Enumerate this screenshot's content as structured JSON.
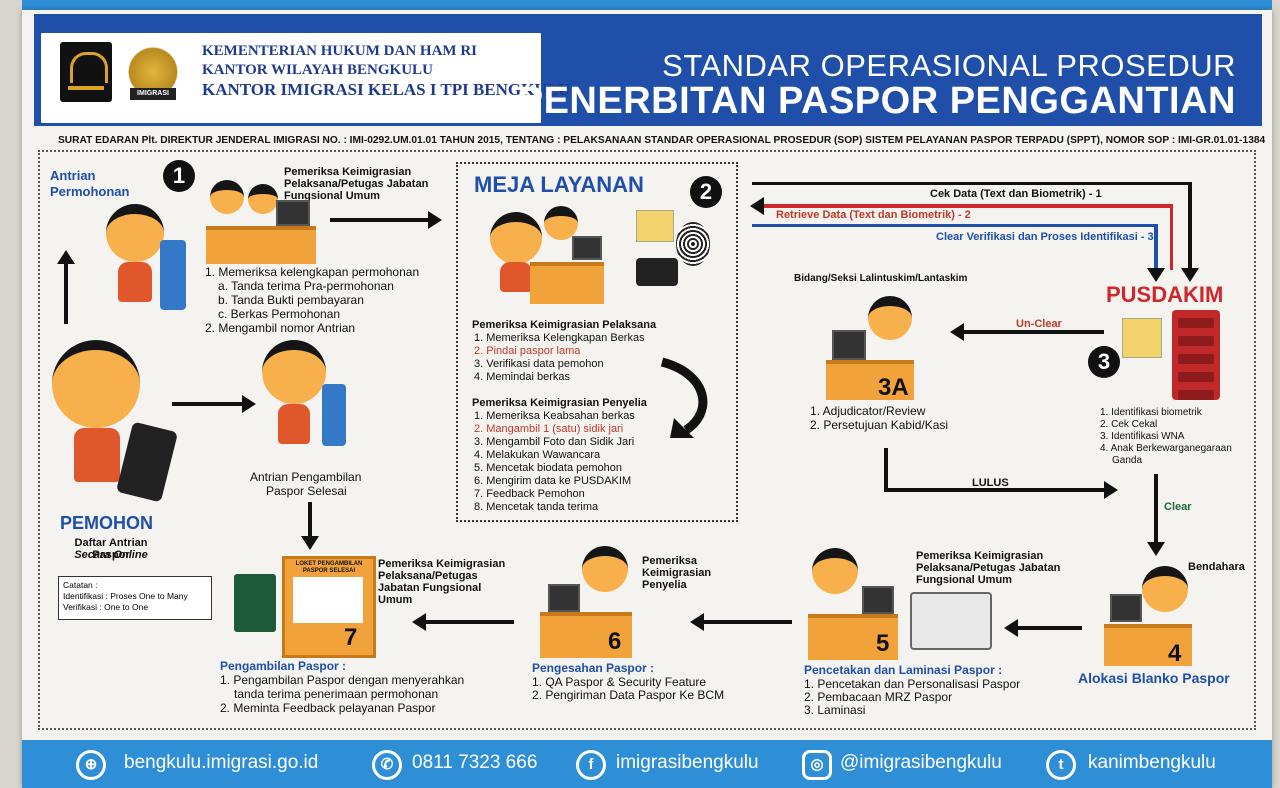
{
  "header": {
    "org_line1": "KEMENTERIAN HUKUM DAN HAM RI",
    "org_line2": "KANTOR WILAYAH BENGKULU",
    "org_line3": "KANTOR IMIGRASI KELAS I TPI BENGKULU",
    "title_line1": "STANDAR OPERASIONAL PROSEDUR",
    "title_line2": "PENERBITAN PASPOR PENGGANTIAN",
    "logo2_text": "IMIGRASI"
  },
  "circular": "SURAT EDARAN Plt. DIREKTUR JENDERAL IMIGRASI NO. : IMI-0292.UM.01.01 TAHUN 2015,  TENTANG : PELAKSANAAN STANDAR OPERASIONAL PROSEDUR (SOP) SISTEM PELAYANAN PASPOR TERPADU (SPPT), NOMOR SOP : IMI-GR.01.01-1384",
  "step1": {
    "number": "1",
    "queue_label": "Antrian Permohonan",
    "officer": "Pemeriksa Keimigrasian Pelaksana/Petugas Jabatan Fungsional Umum",
    "items": [
      "1. Memeriksa kelengkapan permohonan",
      "a. Tanda terima Pra-permohonan",
      "b. Tanda Bukti pembayaran",
      "c. Berkas Permohonan",
      "2. Mengambil nomor Antrian"
    ]
  },
  "applicant": {
    "title": "PEMOHON",
    "sub1": "Daftar Antrian Paspor",
    "sub2": "Secara Online"
  },
  "pickup_queue": {
    "line1": "Antrian Pengambilan",
    "line2": "Paspor Selesai"
  },
  "step2": {
    "number": "2",
    "title": "MEJA LAYANAN",
    "pelaksana_title": "Pemeriksa Keimigrasian Pelaksana",
    "pelaksana_items": [
      "1. Memeriksa Kelengkapan Berkas",
      "2. Pindai paspor lama",
      "3. Verifikasi data pemohon",
      "4. Memindai berkas"
    ],
    "penyelia_title": "Pemeriksa Keimigrasian Penyelia",
    "penyelia_items": [
      "1. Memeriksa Keabsahan berkas",
      "2. Mangambil 1 (satu) sidik jari",
      "3. Mengambil Foto dan Sidik Jari",
      "4. Melakukan Wawancara",
      "5. Mencetak biodata pemohon",
      "6. Mengirim data ke PUSDAKIM",
      "7. Feedback Pemohon",
      "8. Mencetak tanda terima"
    ]
  },
  "flows": {
    "cek": "Cek Data (Text dan Biometrik) - 1",
    "retrieve": "Retrieve Data (Text dan Biometrik) - 2",
    "clear_verif": "Clear Verifikasi dan Proses Identifikasi - 3",
    "unclear": "Un-Clear",
    "lulus": "LULUS",
    "clear": "Clear"
  },
  "step3": {
    "number": "3",
    "title": "PUSDAKIM",
    "items": [
      "1. Identifikasi biometrik",
      "2. Cek Cekal",
      "3. Identifikasi WNA",
      "4. Anak Berkewarganegaraan",
      "Ganda"
    ]
  },
  "step3a": {
    "label": "3A",
    "dept": "Bidang/Seksi Lalintuskim/Lantaskim",
    "items": [
      "1. Adjudicator/Review",
      "2. Persetujuan Kabid/Kasi"
    ]
  },
  "step4": {
    "number": "4",
    "role": "Bendahara",
    "title": "Alokasi Blanko Paspor"
  },
  "step5": {
    "number": "5",
    "officer": "Pemeriksa Keimigrasian Pelaksana/Petugas Jabatan Fungsional Umum",
    "title": "Pencetakan dan Laminasi Paspor :",
    "items": [
      "1. Pencetakan dan Personalisasi Paspor",
      "2. Pembacaan MRZ Paspor",
      "3. Laminasi"
    ]
  },
  "step6": {
    "number": "6",
    "officer": "Pemeriksa Keimigrasian Penyelia",
    "title": "Pengesahan Paspor :",
    "items": [
      "1. QA Paspor & Security Feature",
      "2. Pengiriman Data Paspor Ke BCM"
    ]
  },
  "step7": {
    "number": "7",
    "loket": "LOKET PENGAMBILAN PASPOR SELESAI",
    "officer": "Pemeriksa Keimigrasian Pelaksana/Petugas Jabatan Fungsional Umum",
    "title": "Pengambilan Paspor :",
    "items": [
      "1. Pengambilan Paspor dengan menyerahkan",
      "tanda terima penerimaan permohonan",
      "2. Meminta Feedback pelayanan Paspor"
    ]
  },
  "note": {
    "title": "Catatan :",
    "line1": "Identifikasi : Proses One to Many",
    "line2": "Verifikasi : One to One"
  },
  "footer": {
    "web": "bengkulu.imigrasi.go.id",
    "phone": "0811 7323 666",
    "facebook": "imigrasibengkulu",
    "instagram": "@imigrasibengkulu",
    "twitter": "kanimbengkulu"
  },
  "colors": {
    "header_blue": "#1f4fa8",
    "footer_blue": "#2f8fd6",
    "desk_orange": "#f2a23a",
    "pusdakim_red": "#d0282a"
  }
}
